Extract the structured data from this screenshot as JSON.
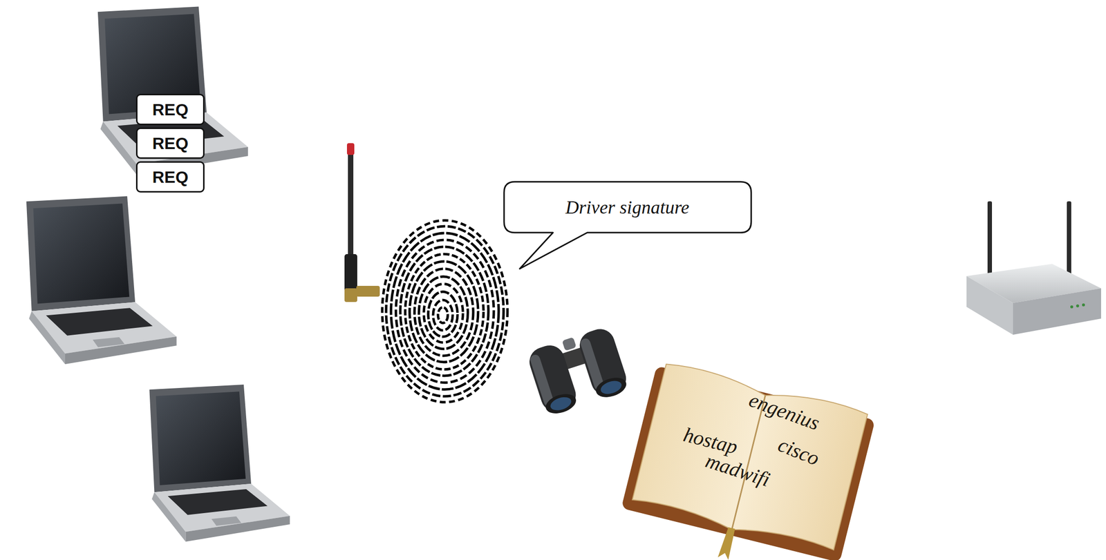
{
  "diagram": {
    "nodes": [
      {
        "text": [
          "REQ"
        ]
      },
      {
        "text": [
          "REQ"
        ]
      },
      {
        "text": [
          "REQ"
        ]
      },
      {
        "text": [
          "Driver signature"
        ]
      }
    ],
    "labels": [
      "engenius",
      "hostap",
      "cisco",
      "madwifi"
    ]
  }
}
